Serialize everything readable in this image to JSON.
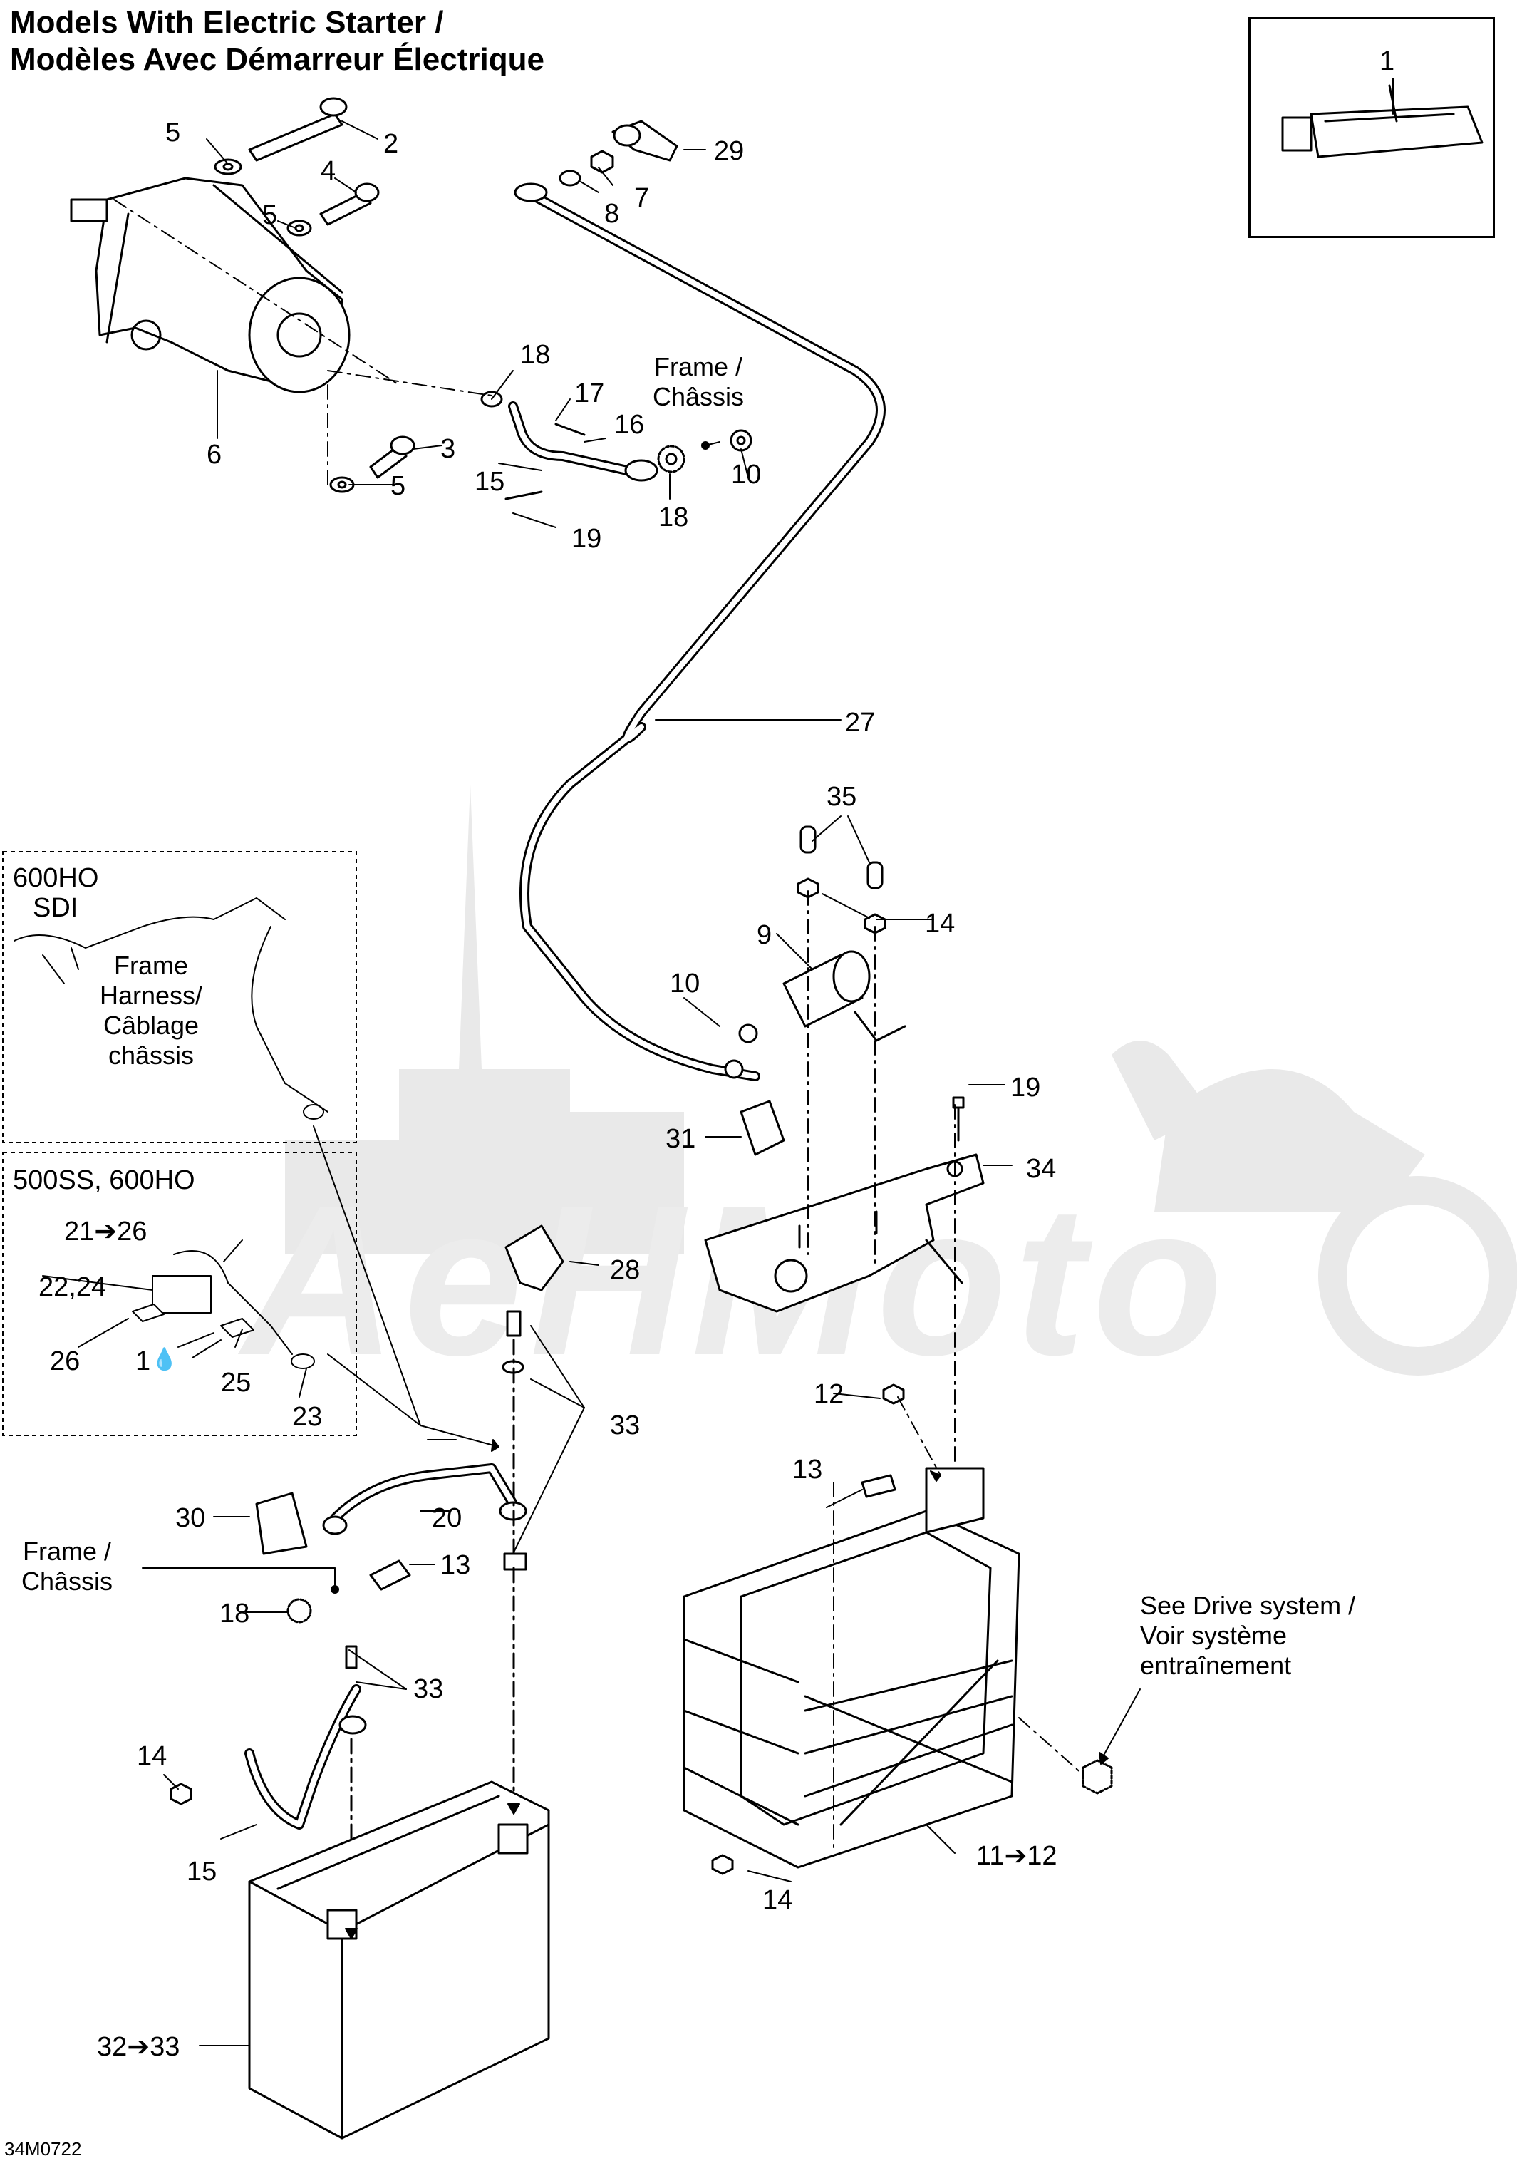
{
  "title": {
    "line1": "Models With Electric Starter /",
    "line2": "Modèles Avec Démarreur Électrique"
  },
  "diagram_code": "34M0722",
  "watermark": "AeHMoto",
  "boxes": {
    "top": {
      "label_line1": "600HO",
      "label_line2": "SDI"
    },
    "bottom": {
      "label": "500SS, 600HO"
    }
  },
  "notes": {
    "frame_harness": [
      "Frame",
      "Harness/",
      "Câblage",
      "châssis"
    ],
    "frame_chassis_top": [
      "Frame /",
      "Châssis"
    ],
    "frame_chassis_left": [
      "Frame /",
      "Châssis"
    ],
    "see_drive": [
      "See Drive system /",
      "Voir système",
      "entraînement"
    ]
  },
  "callouts": [
    "1",
    "5",
    "2",
    "4",
    "5",
    "29",
    "8",
    "7",
    "6",
    "18",
    "17",
    "16",
    "3",
    "15",
    "5",
    "10",
    "18",
    "19",
    "27",
    "35",
    "14",
    "9",
    "10",
    "19",
    "34",
    "31",
    "28",
    "21➔26",
    "22,24",
    "26",
    "1",
    "25",
    "23",
    "33",
    "12",
    "13",
    "30",
    "20",
    "13",
    "18",
    "33",
    "14",
    "15",
    "32➔33",
    "11➔12",
    "14"
  ],
  "legend_glyphs": {
    "drop_icon": "💧"
  }
}
